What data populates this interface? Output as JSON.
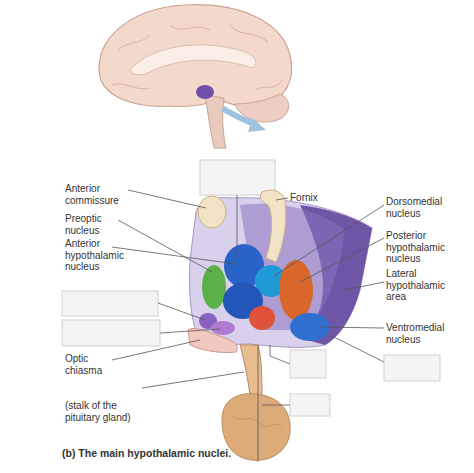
{
  "diagram": {
    "caption": "(b) The main hypothalamic nuclei.",
    "labels": [
      "Anterior commissure",
      "Preoptic nucleus",
      "Anterior hypothalamic nucleus",
      "Optic chiasma",
      "(stalk of the pituitary gland)",
      "Fornix",
      "Dorsomedial nucleus",
      "Posterior hypothalamic nucleus",
      "Lateral hypothalamic area",
      "Ventromedial nucleus"
    ]
  }
}
